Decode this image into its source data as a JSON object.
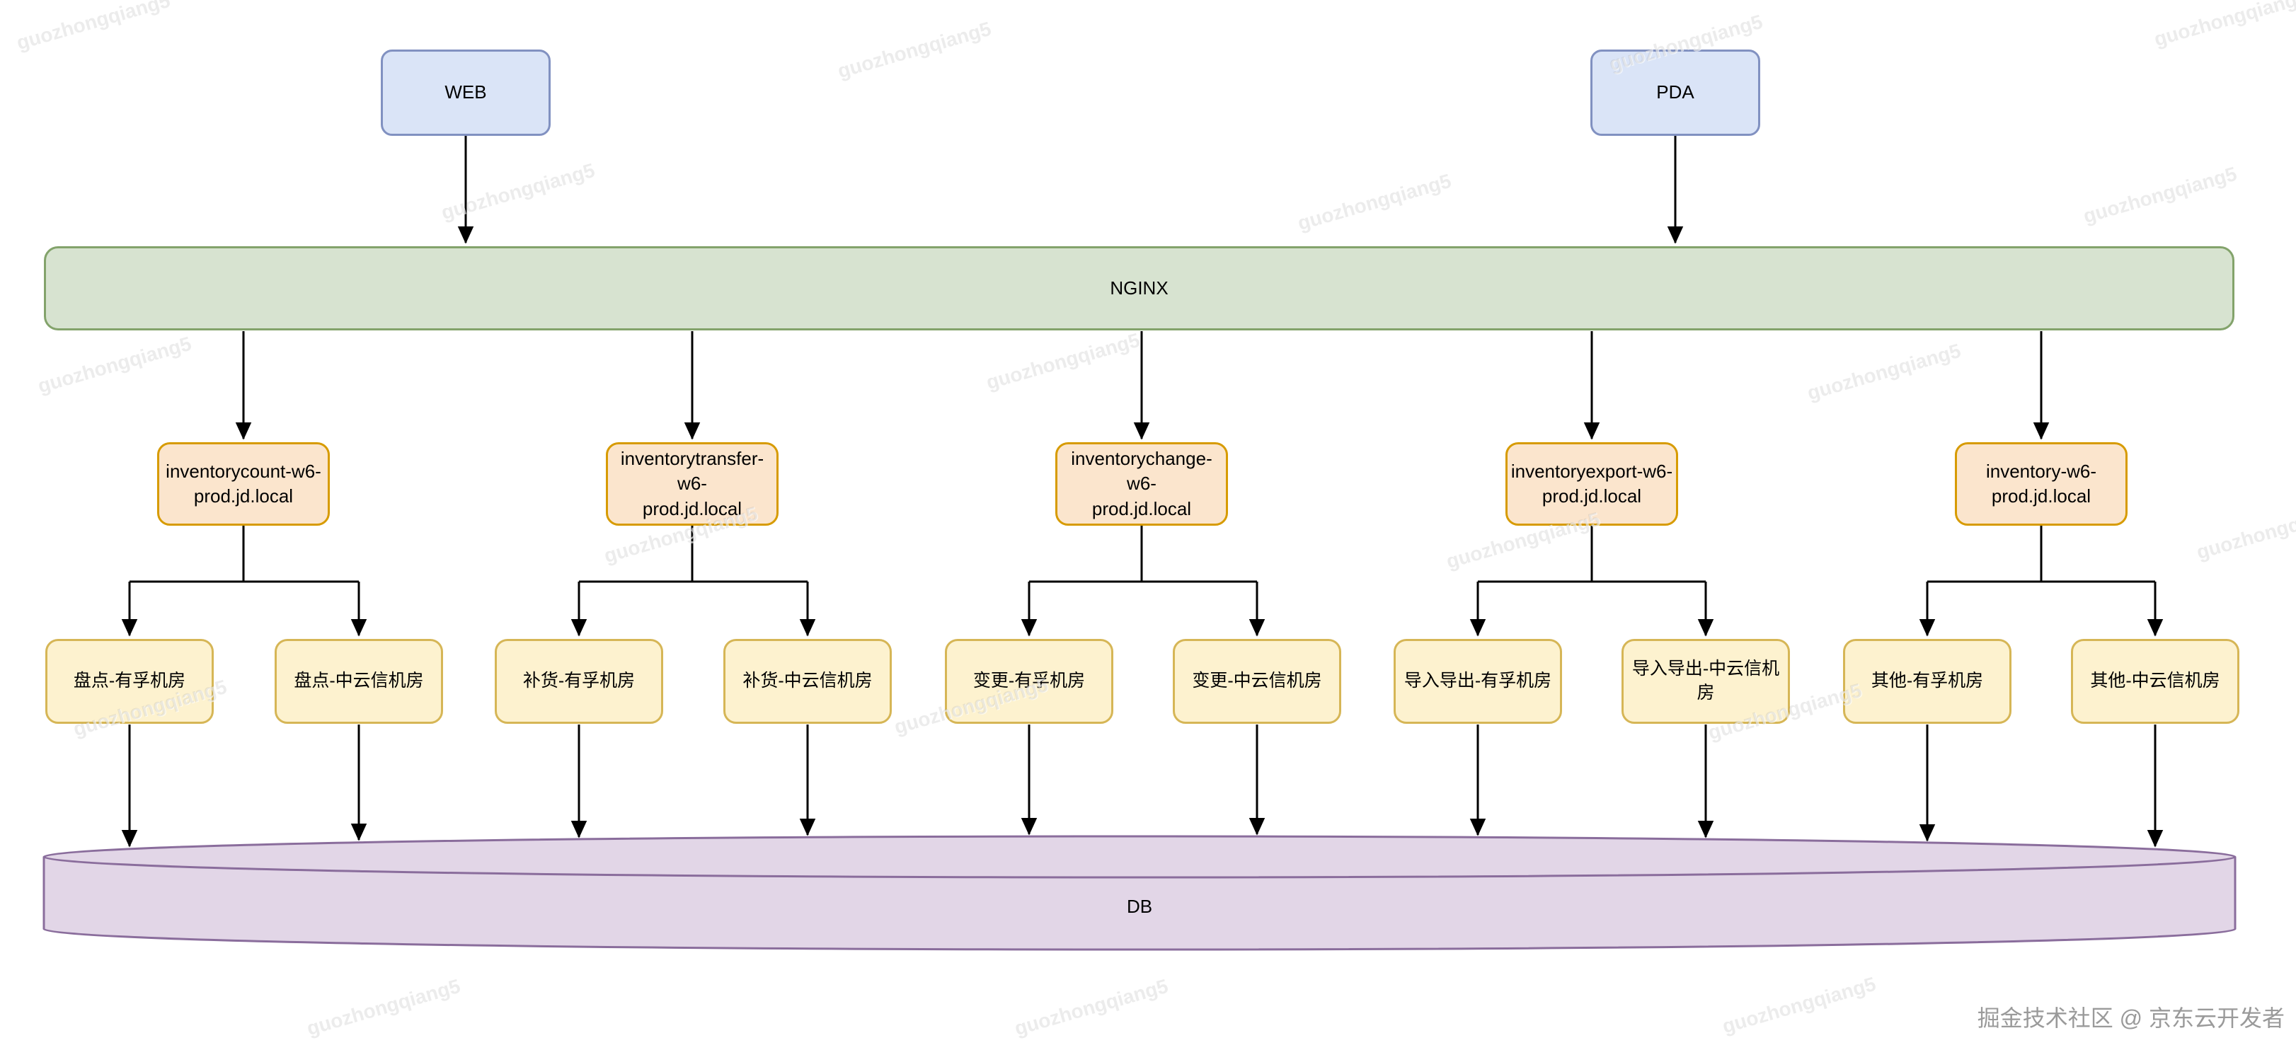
{
  "diagram": {
    "clients": [
      {
        "id": "web",
        "label": "WEB"
      },
      {
        "id": "pda",
        "label": "PDA"
      }
    ],
    "gateway": {
      "label": "NGINX"
    },
    "services": [
      {
        "label": "inventorycount-w6-\nprod.jd.local",
        "children": [
          "盘点-有孚机房",
          "盘点-中云信机房"
        ]
      },
      {
        "label": "inventorytransfer-w6-\nprod.jd.local",
        "children": [
          "补货-有孚机房",
          "补货-中云信机房"
        ]
      },
      {
        "label": "inventorychange-w6-\nprod.jd.local",
        "children": [
          "变更-有孚机房",
          "变更-中云信机房"
        ]
      },
      {
        "label": "inventoryexport-w6-\nprod.jd.local",
        "children": [
          "导入导出-有孚机房",
          "导入导出-中云信机房"
        ]
      },
      {
        "label": "inventory-w6-\nprod.jd.local",
        "children": [
          "其他-有孚机房",
          "其他-中云信机房"
        ]
      }
    ],
    "database": {
      "label": "DB"
    }
  },
  "watermark": {
    "text": "guozhongqiang5"
  },
  "credit": {
    "text": "掘金技术社区 @ 京东云开发者"
  },
  "colors": {
    "client_fill": "#dae4f7",
    "client_stroke": "#8191c1",
    "gateway_fill": "#d7e3d0",
    "gateway_stroke": "#83a36b",
    "service_fill": "#fbe5cd",
    "service_stroke": "#d79b00",
    "room_fill": "#fdf2cf",
    "room_stroke": "#d6b656",
    "db_fill": "#e2d6e7",
    "db_stroke": "#8a6d9c",
    "arrow": "#000000"
  }
}
